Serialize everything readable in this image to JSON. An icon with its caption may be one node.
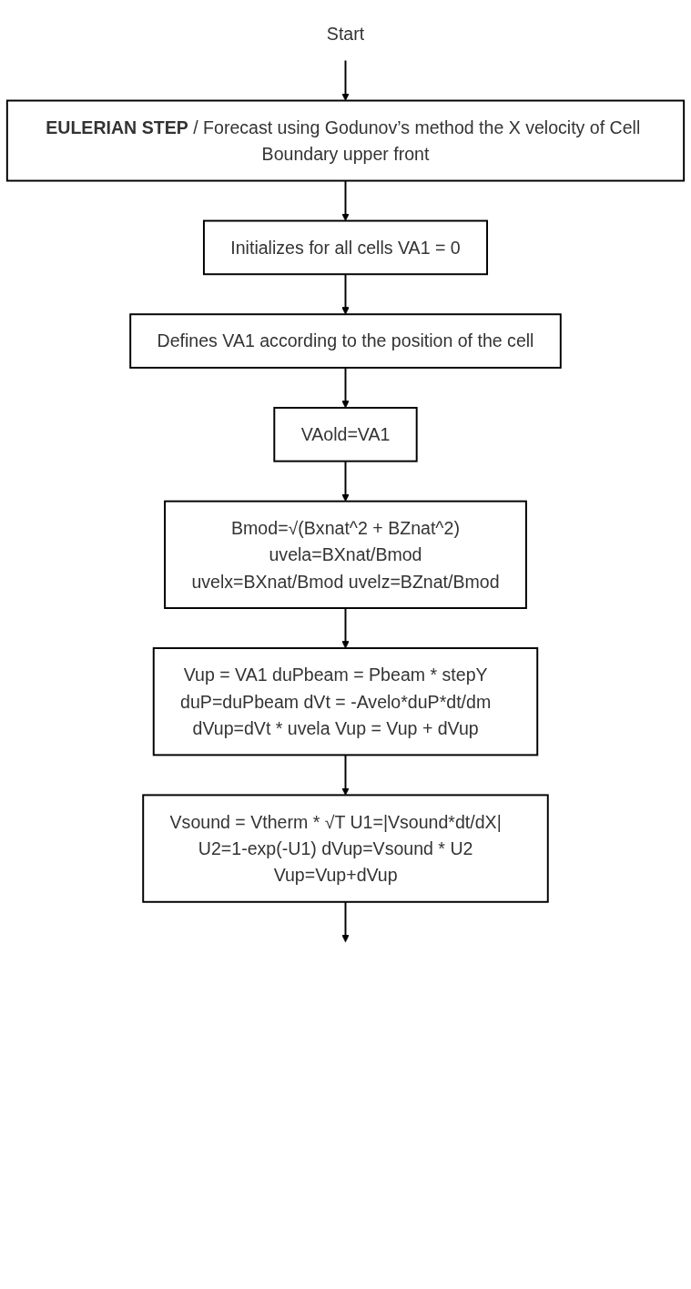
{
  "diagram": {
    "nodes": [
      {
        "text": [
          "Start"
        ]
      },
      {
        "text": [
          "**EULERIAN STEP** / Forecast using Godunov’s method the X velocity of Cell Boundary upper front"
        ]
      },
      {
        "text": [
          "Initializes for all cells VA1 = 0"
        ]
      },
      {
        "text": [
          "Defines VA1 according to the position of the cell"
        ]
      },
      {
        "text": [
          "VAold=VA1"
        ]
      },
      {
        "text": [
          "Bmod=√(Bxnat^2 + BZnat^2)",
          "uvela=BXnat/Bmod",
          "uvelx=BXnat/Bmod uvelz=BZnat/Bmod"
        ]
      },
      {
        "text": [
          "Vup = VA1 duPbeam = Pbeam * stepY",
          "duP=duPbeam dVt = -Avelo*duP*dt/dm",
          "dVup=dVt * uvela Vup = Vup + dVup"
        ]
      },
      {
        "text": [
          "Vsound = Vtherm * √T U1=|Vsound*dt/dX|",
          "U2=1-exp(-U1) dVup=Vsound * U2",
          "Vup=Vup+dVup"
        ]
      }
    ],
    "edges": [
      {
        "from": 0,
        "to": 1,
        "arrow": "to"
      },
      {
        "from": 1,
        "to": 2,
        "arrow": "to"
      },
      {
        "from": 2,
        "to": 3,
        "arrow": "to"
      },
      {
        "from": 3,
        "to": 4,
        "arrow": "to"
      },
      {
        "from": 4,
        "to": 5,
        "arrow": "to"
      },
      {
        "from": 5,
        "to": 6,
        "arrow": "to"
      },
      {
        "from": 6,
        "to": 7,
        "arrow": "to"
      },
      {
        "from": 7,
        "to": null,
        "arrow": "to"
      }
    ]
  }
}
